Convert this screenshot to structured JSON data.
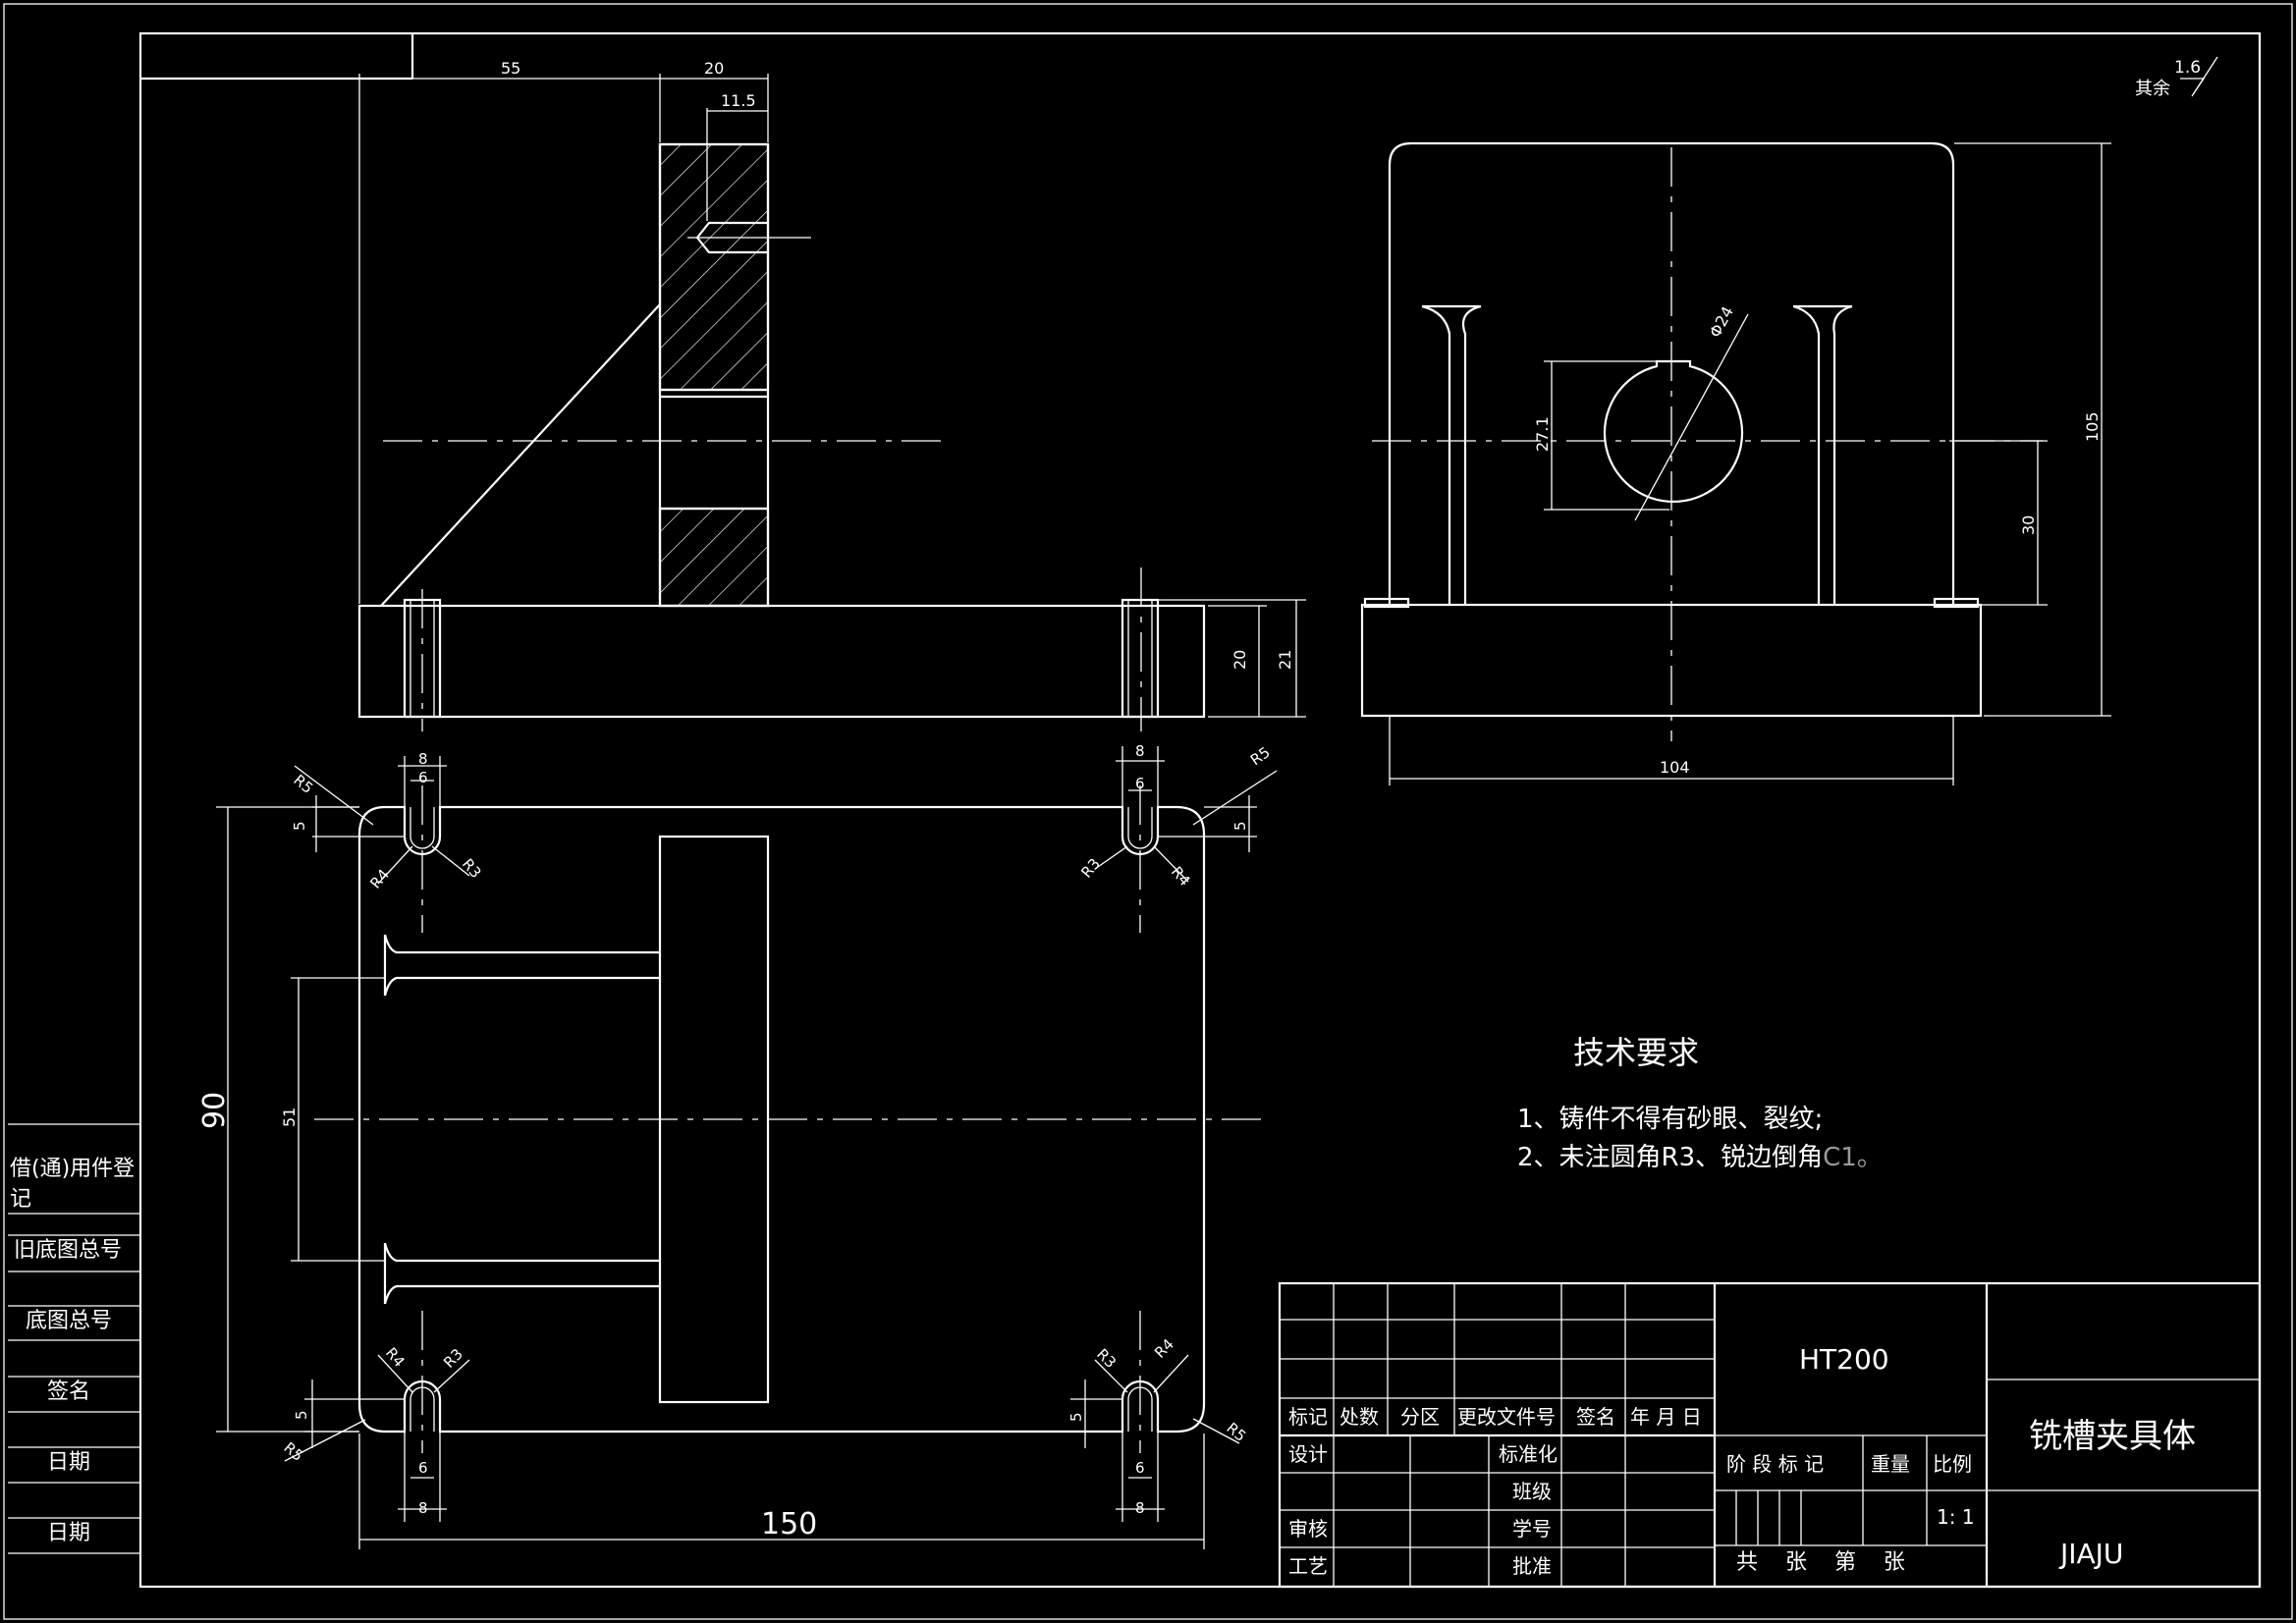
{
  "side_margin": {
    "reg_line1": "借(通)用件登",
    "reg_line2": "记",
    "old_drawing_no": "旧底图总号",
    "drawing_no": "底图总号",
    "signature": "签名",
    "date1": "日期",
    "date2": "日期"
  },
  "roughness": {
    "label": "其余",
    "value": "1.6"
  },
  "dimensions": {
    "d55": "55",
    "d20": "20",
    "d11_5": "11.5",
    "d20b": "20",
    "d21": "21",
    "d105": "105",
    "d27_1": "27.1",
    "dphi24": "Φ24",
    "d30": "30",
    "d104": "104",
    "d8a": "8",
    "d6a": "6",
    "r5a": "R5",
    "d5a": "5",
    "r4a": "R4",
    "r3a": "R3",
    "d8b": "8",
    "d6b": "6",
    "r5b": "R5",
    "d5b": "5",
    "r3b": "R3",
    "r4b": "R4",
    "d90": "90",
    "d51": "51",
    "r4c": "R4",
    "r3c": "R3",
    "d5c": "5",
    "r5c": "R5",
    "d6c": "6",
    "d8c": "8",
    "r3d": "R3",
    "r4d": "R4",
    "d5d": "5",
    "r5d": "R5",
    "d6d": "6",
    "d8d": "8",
    "d150": "150"
  },
  "tech_requirements": {
    "title": "技术要求",
    "item1": "1、铸件不得有砂眼、裂纹;",
    "item2_prefix": "2、未注圆角R3、锐边倒角",
    "item2_suffix": "C1。"
  },
  "title_block": {
    "material": "HT200",
    "part_name": "铣槽夹具体",
    "drawing_code": "JIAJU",
    "col_mark": "标记",
    "col_count": "处数",
    "col_zone": "分区",
    "col_doc": "更改文件号",
    "col_sign": "签名",
    "col_date": "年 月 日",
    "design": "设计",
    "standardize": "标准化",
    "class": "班级",
    "review": "审核",
    "student_no": "学号",
    "process": "工艺",
    "approve": "批准",
    "stage_mark": "阶 段 标 记",
    "weight": "重量",
    "scale_label": "比例",
    "scale": "1: 1",
    "sheets": "共    张    第    张"
  }
}
